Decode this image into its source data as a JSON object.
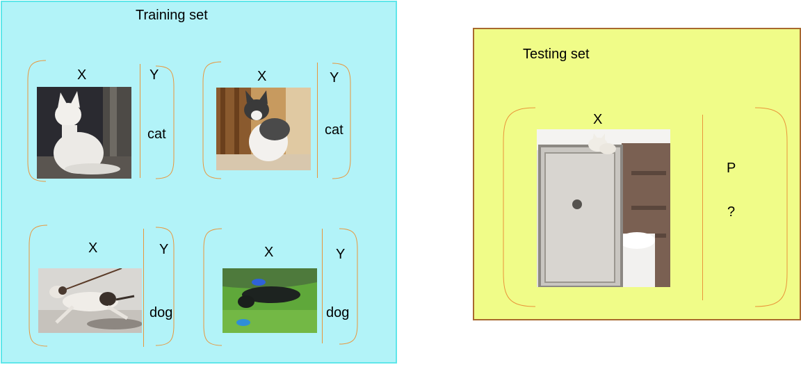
{
  "training": {
    "title": "Training set",
    "background": "#b2f3f8",
    "border": "#5ee6ea",
    "examples": [
      {
        "x_label": "X",
        "y_label": "Y",
        "label": "cat",
        "photo": "white-cat-photo"
      },
      {
        "x_label": "X",
        "y_label": "Y",
        "label": "cat",
        "photo": "tabby-cat-photo"
      },
      {
        "x_label": "X",
        "y_label": "Y",
        "label": "dog",
        "photo": "running-dog-photo"
      },
      {
        "x_label": "X",
        "y_label": "Y",
        "label": "dog",
        "photo": "black-dog-photo"
      }
    ]
  },
  "testing": {
    "title": "Testing set",
    "background": "#f0fc88",
    "border": "#a8682e",
    "x_label": "X",
    "p_label": "P",
    "prediction": "?",
    "photo": "bathroom-cat-photo"
  },
  "bracket_color": "#e9953a"
}
